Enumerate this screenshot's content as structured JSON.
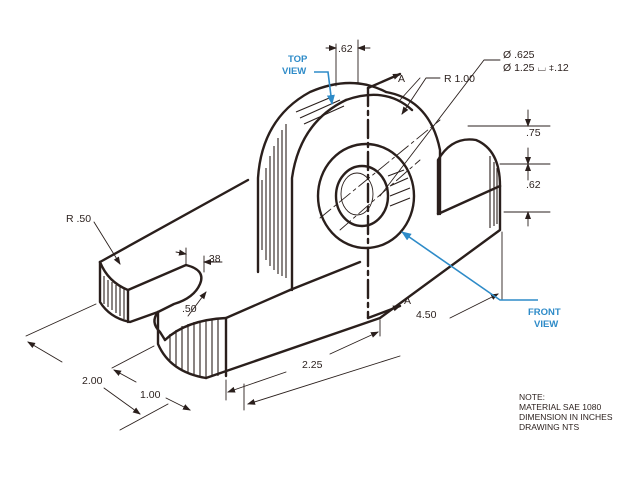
{
  "views": {
    "top_line1": "TOP",
    "top_line2": "VIEW",
    "front_line1": "FRONT",
    "front_line2": "VIEW"
  },
  "dimensions": {
    "d062_top": ".62",
    "hole_dia": "Ø .625",
    "cbore": "Ø 1.25 ⌴ ⧧.12",
    "radius_100": "R 1.00",
    "d075": ".75",
    "d062_right": ".62",
    "radius_050": "R .50",
    "d038": ".38",
    "d050": ".50",
    "d450": "4.50",
    "d225": "2.25",
    "d200": "2.00",
    "d100": "1.00"
  },
  "section_labels": {
    "a_top": "A",
    "a_bottom": "A"
  },
  "note": {
    "title": "NOTE:",
    "line1": "MATERIAL SAE 1080",
    "line2": "DIMENSION IN INCHES",
    "line3": "DRAWING NTS"
  },
  "colors": {
    "ink": "#2a1f1c",
    "accent": "#2e8bc8"
  }
}
